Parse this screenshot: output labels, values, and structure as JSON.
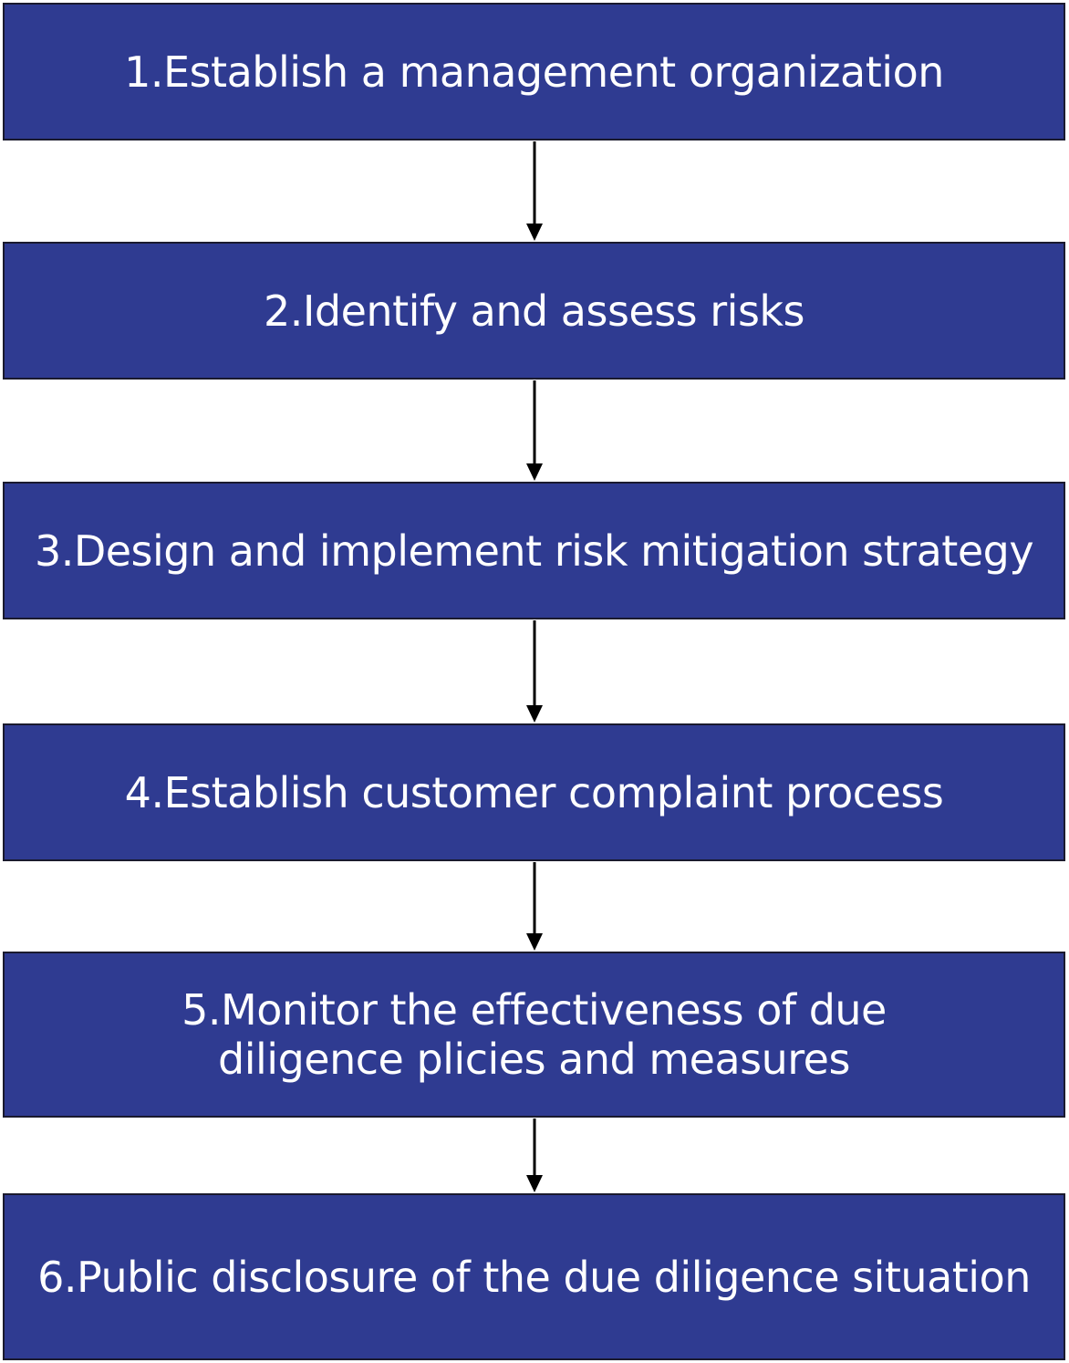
{
  "colors": {
    "box_fill": "#2f3b91",
    "box_border": "#1a1a2e",
    "text": "#ffffff",
    "arrow": "#000000",
    "background": "#ffffff"
  },
  "steps": [
    {
      "label": "1.Establish a management organization"
    },
    {
      "label": "2.Identify and assess risks"
    },
    {
      "label": "3.Design and implement risk mitigation strategy"
    },
    {
      "label": "4.Establish customer complaint process"
    },
    {
      "label": "5.Monitor the effectiveness of due diligence plicies and measures"
    },
    {
      "label": "6.Public disclosure of the due diligence situation"
    }
  ]
}
